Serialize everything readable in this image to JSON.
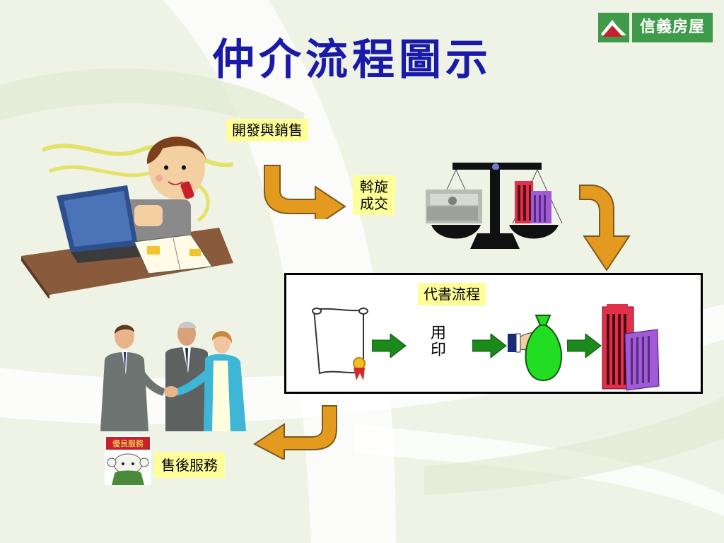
{
  "title": "仲介流程圖示",
  "logo": {
    "brand": "信義房屋",
    "colors": {
      "green": "#3f9a4a",
      "red": "#c8202a"
    }
  },
  "steps": {
    "development": "開發與銷售",
    "mediation_line1": "斡旋",
    "mediation_line2": "成交",
    "escrow": "代書流程",
    "seal_line1": "用",
    "seal_line2": "印",
    "after_sales": "售後服務"
  },
  "badge_text": "優良服務",
  "icons": [
    "agent-at-desk-icon",
    "balance-scale-icon",
    "money-icon",
    "building-icon",
    "scroll-contract-icon",
    "money-bag-hand-icon",
    "handshake-people-icon",
    "mascot-icon"
  ],
  "colors": {
    "title": "#1a1aa8",
    "label_bg": "#ffff99",
    "arrow_orange": "#e39a1e",
    "arrow_green": "#1a8a1a",
    "bag_green": "#22dd22",
    "building_red": "#e0304a",
    "building_purple": "#a05ad8"
  }
}
